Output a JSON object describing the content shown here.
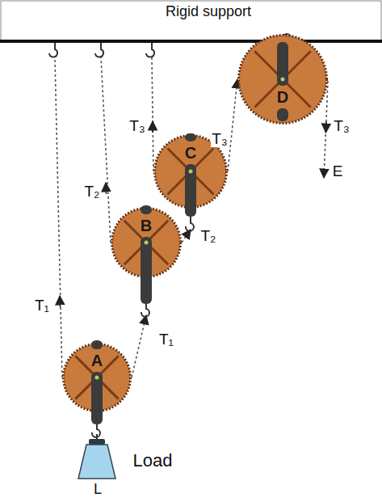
{
  "diagram": {
    "nodes": [
      {
        "text": [
          "A"
        ]
      },
      {
        "text": [
          "B"
        ]
      },
      {
        "text": [
          "C"
        ]
      },
      {
        "text": [
          "D"
        ]
      }
    ],
    "edges": [
      {
        "from": 0,
        "to": 1,
        "arrow": "to",
        "label": "T₁"
      },
      {
        "from": 1,
        "to": 2,
        "arrow": "to",
        "label": "T₂"
      },
      {
        "from": 2,
        "to": 3,
        "arrow": "to",
        "label": "T₃"
      }
    ],
    "labels": [
      "Rigid support",
      "T₁",
      "T₂",
      "T₃",
      "T₃",
      "E",
      "Load",
      "L"
    ]
  }
}
